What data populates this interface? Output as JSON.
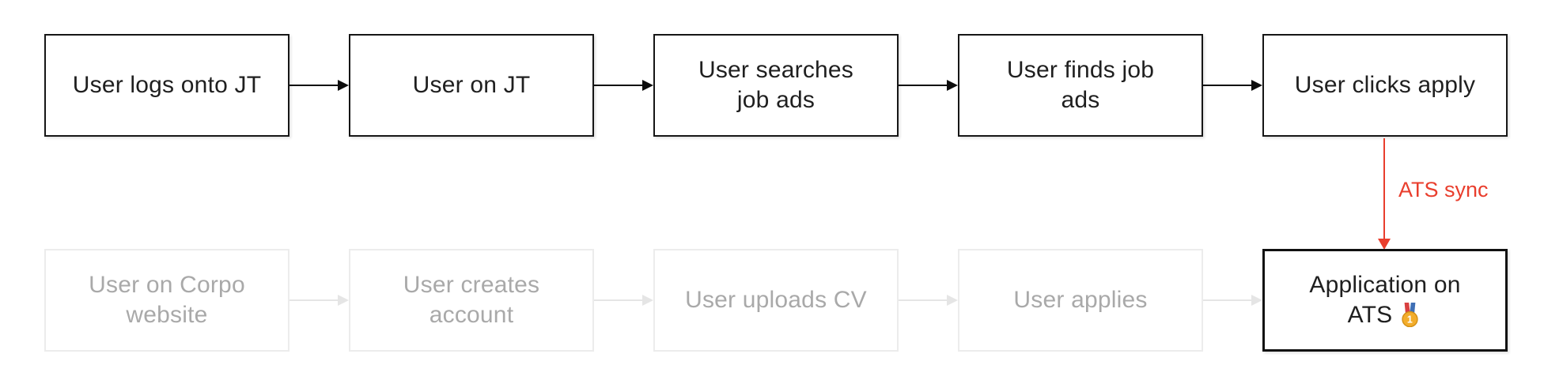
{
  "colors": {
    "active_border": "#161616",
    "active_text": "#1f1f1f",
    "inactive_border": "#ececec",
    "inactive_text": "#a9a9a9",
    "black_arrow": "#0c0c0c",
    "gray_arrow": "#e5e5e5",
    "sync_red": "#e93e2d",
    "background": "#ffffff"
  },
  "flow": {
    "top_row": [
      {
        "label": "User logs onto JT"
      },
      {
        "label": "User on JT"
      },
      {
        "label": "User searches\njob ads"
      },
      {
        "label": "User finds job\nads"
      },
      {
        "label": "User clicks apply"
      }
    ],
    "bottom_row": [
      {
        "label": "User on Corpo\nwebsite"
      },
      {
        "label": "User creates\naccount"
      },
      {
        "label": "User uploads CV"
      },
      {
        "label": "User applies"
      },
      {
        "label": "Application on\nATS",
        "medal_emoji": "🥇"
      }
    ],
    "sync_label": "ATS sync"
  }
}
